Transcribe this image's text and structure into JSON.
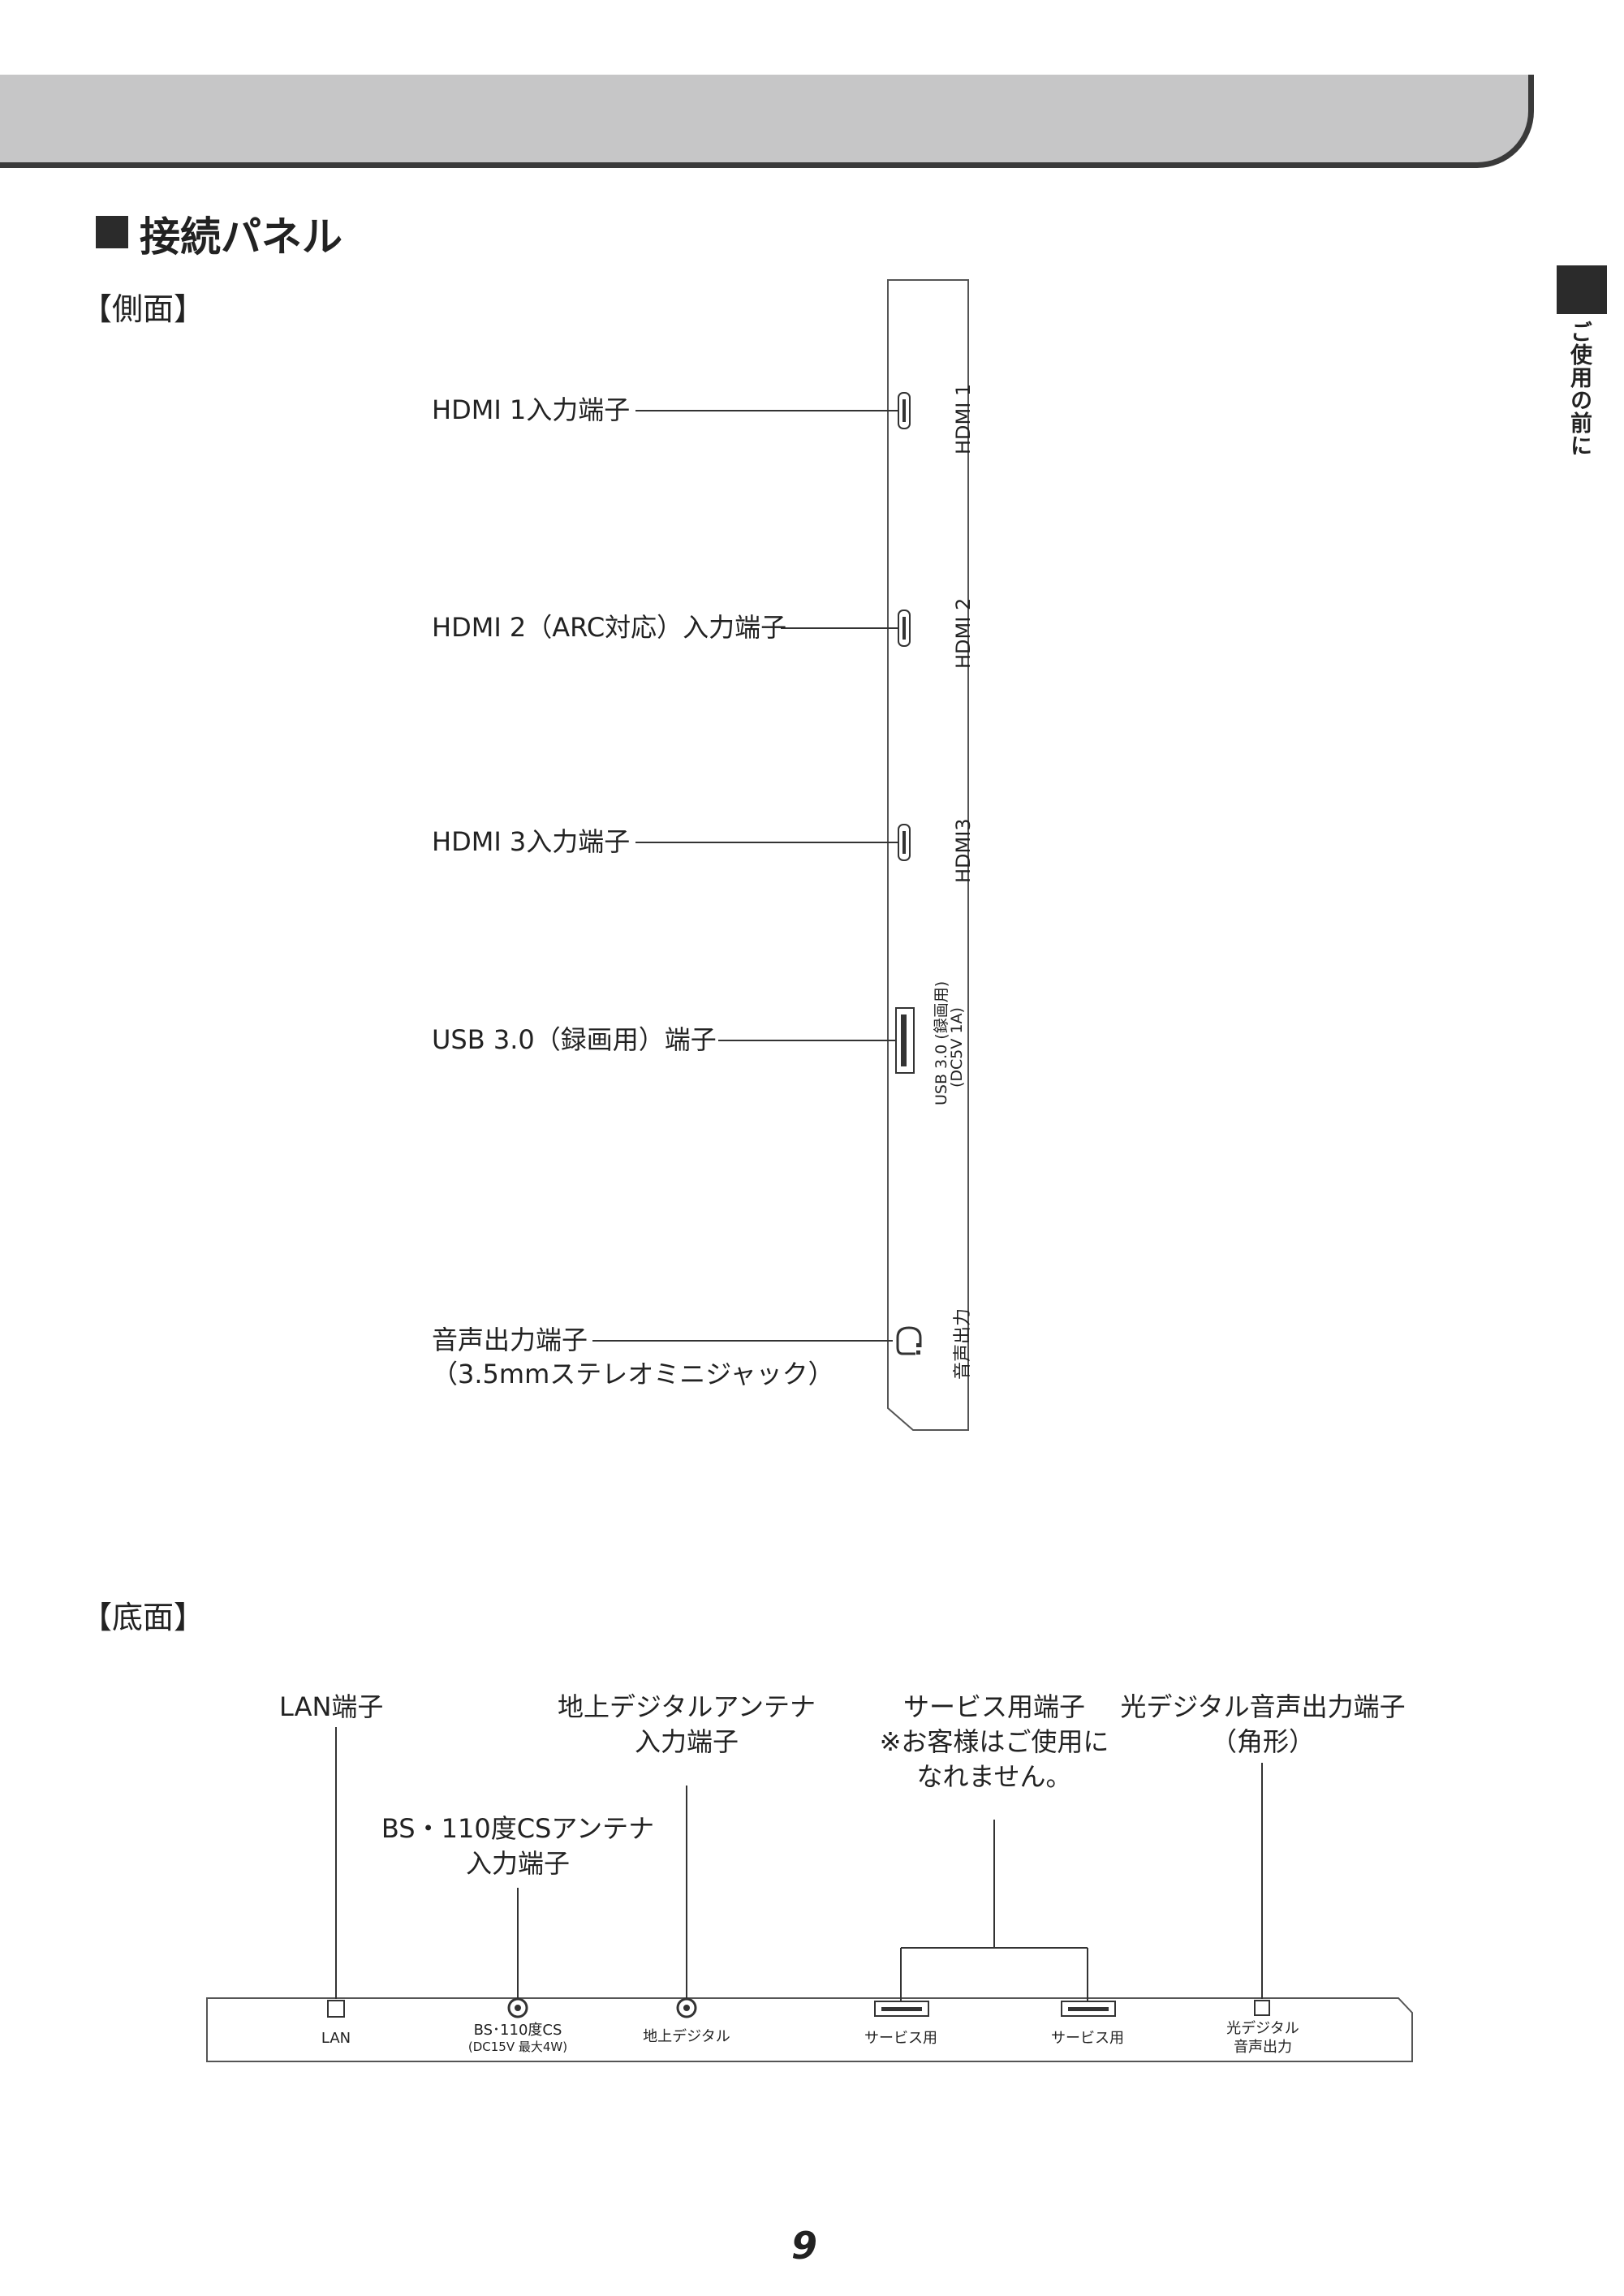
{
  "section": {
    "square": "■",
    "title": "接続パネル",
    "side_label": "【側面】",
    "bottom_label": "【底面】"
  },
  "side_tab": "ご使用の前に",
  "side_panel": {
    "callouts": [
      "HDMI 1入力端子",
      "HDMI 2（ARC対応）入力端子",
      "HDMI 3入力端子",
      "USB 3.0（録画用）端子",
      "音声出力端子",
      "（3.5mmステレオミニジャック）"
    ],
    "port_labels": [
      "HDMI 1",
      "HDMI 2",
      "HDMI3",
      "USB 3.0 (録画用)",
      "(DC5V 1A)",
      "音声出力"
    ]
  },
  "bottom_panel": {
    "callouts": {
      "lan": "LAN端子",
      "bs_line1": "BS・110度CSアンテナ",
      "bs_line2": "入力端子",
      "terrestrial_line1": "地上デジタルアンテナ",
      "terrestrial_line2": "入力端子",
      "service_line1": "サービス用端子",
      "service_line2": "※お客様はご使用に",
      "service_line3": "なれません。",
      "optical_line1": "光デジタル音声出力端子",
      "optical_line2": "（角形）"
    },
    "port_labels": {
      "lan": "LAN",
      "bs_line1": "BS･110度CS",
      "bs_line2": "(DC15V 最大4W)",
      "terrestrial": "地上デジタル",
      "service_1": "サービス用",
      "service_2": "サービス用",
      "optical_line1": "光デジタル",
      "optical_line2": "音声出力"
    }
  },
  "page_number": "9"
}
